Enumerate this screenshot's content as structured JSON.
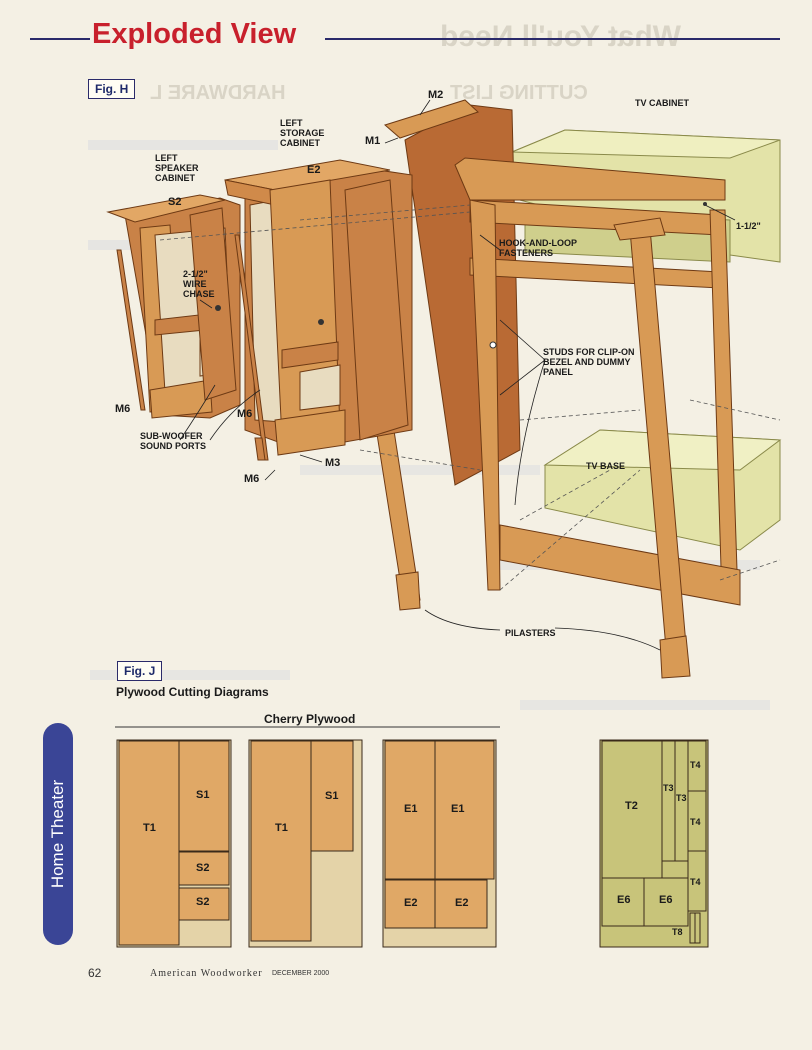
{
  "header": {
    "title": "Exploded View",
    "ghost_right": "What You'll Need",
    "ghost_cutting": "CUTTING LIST",
    "ghost_hardware": "HARDWARE L"
  },
  "fig_h": {
    "tag": "Fig. H",
    "labels": {
      "left_speaker": "LEFT SPEAKER CABINET",
      "left_storage": "LEFT STORAGE CABINET",
      "tv_cabinet": "TV CABINET",
      "wire_chase": "2-1/2\" WIRE CHASE",
      "hook_loop": "HOOK-AND-LOOP FASTENERS",
      "studs": "STUDS FOR CLIP-ON BEZEL AND DUMMY PANEL",
      "sub_woofer": "SUB-WOOFER SOUND PORTS",
      "tv_base": "TV BASE",
      "pilasters": "PILASTERS",
      "dim": "1-1/2\""
    },
    "codes": {
      "s2": "S2",
      "e2": "E2",
      "m2": "M2",
      "m1": "M1",
      "m3": "M3",
      "m6a": "M6",
      "m6b": "M6",
      "m6c": "M6"
    }
  },
  "fig_j": {
    "tag": "Fig. J",
    "title": "Plywood Cutting Diagrams",
    "material": "Cherry Plywood",
    "sheet1": {
      "t1": "T1",
      "s1": "S1",
      "s2a": "S2",
      "s2b": "S2"
    },
    "sheet2": {
      "t1": "T1",
      "s1": "S1"
    },
    "sheet3": {
      "e1a": "E1",
      "e1b": "E1",
      "e2a": "E2",
      "e2b": "E2"
    },
    "sheet4": {
      "t2": "T2",
      "t3a": "T3",
      "t3b": "T3",
      "t4a": "T4",
      "t4b": "T4",
      "t4c": "T4",
      "e6a": "E6",
      "e6b": "E6",
      "t8": "T8"
    }
  },
  "side_tab": "Home Theater",
  "footer": {
    "page_number": "62",
    "magazine": "American Woodworker",
    "issue": "DECEMBER 2000"
  },
  "colors": {
    "title_red": "#c8202c",
    "tab_blue": "#3a4596",
    "wood": "#d89a55",
    "wood_dark": "#b9703a",
    "tv_green": "#dede9a",
    "sheet": "#e0a866"
  }
}
